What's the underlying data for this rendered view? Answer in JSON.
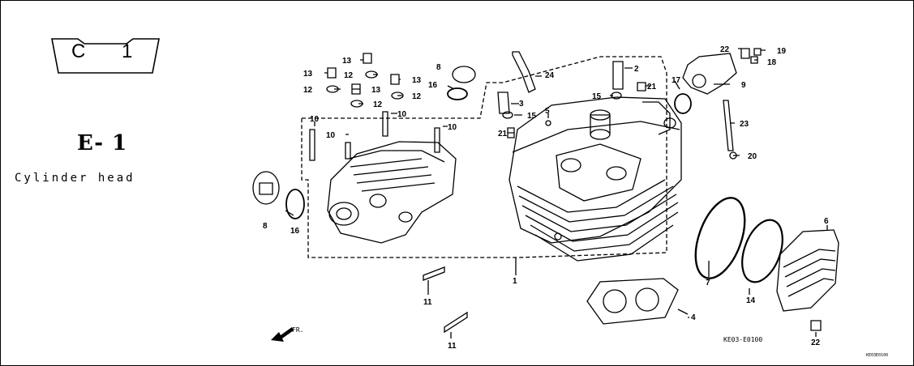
{
  "catalog_tag": {
    "letter": "C",
    "number": "1"
  },
  "section": {
    "code": "E- 1",
    "name": "Cylinder head"
  },
  "diagram": {
    "drawing_code": "KE03-E0100",
    "corner_mark": "KE03E0100",
    "front_marker": "FR.",
    "callouts": [
      "1",
      "2",
      "3",
      "4",
      "5",
      "6",
      "7",
      "8",
      "8",
      "9",
      "10",
      "10",
      "10",
      "10",
      "11",
      "11",
      "12",
      "12",
      "12",
      "12",
      "13",
      "13",
      "13",
      "13",
      "14",
      "15",
      "15",
      "16",
      "16",
      "17",
      "18",
      "19",
      "20",
      "21",
      "21",
      "22",
      "22",
      "23",
      "24"
    ]
  }
}
